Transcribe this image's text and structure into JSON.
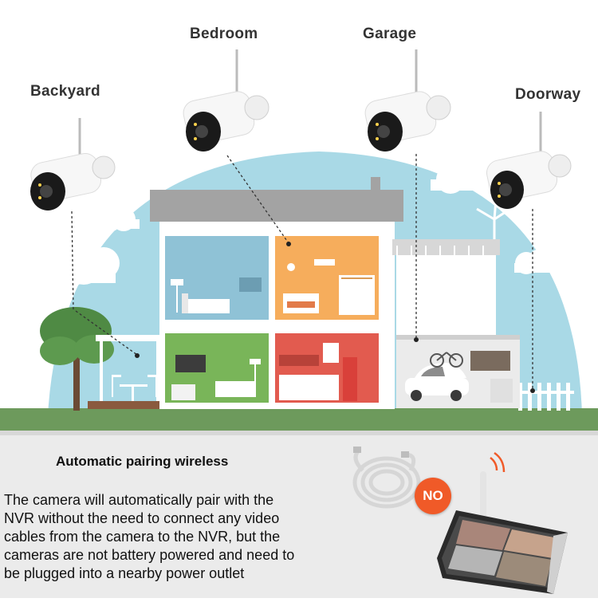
{
  "labels": {
    "bedroom": "Bedroom",
    "garage": "Garage",
    "backyard": "Backyard",
    "doorway": "Doorway"
  },
  "feature": {
    "heading": "Automatic pairing wireless",
    "description_lines": [
      "The camera will automatically pair with the",
      "NVR without the need to connect any video",
      "cables from the camera to the NVR, but the",
      "cameras are not battery powered and need to",
      "be plugged into a nearby power outlet"
    ],
    "no_badge": "NO"
  },
  "colors": {
    "sky_arc": "#a9d9e6",
    "roof": "#a3a3a3",
    "ground": "#6d9a5c",
    "lower_band": "#e6e6e6",
    "bedroom_room": "#f6ad5c",
    "blue_room": "#8fc2d6",
    "green_room": "#79b559",
    "kitchen_room": "#e25b4f",
    "garage_room": "#ebebeb",
    "badge": "#f05a28"
  }
}
